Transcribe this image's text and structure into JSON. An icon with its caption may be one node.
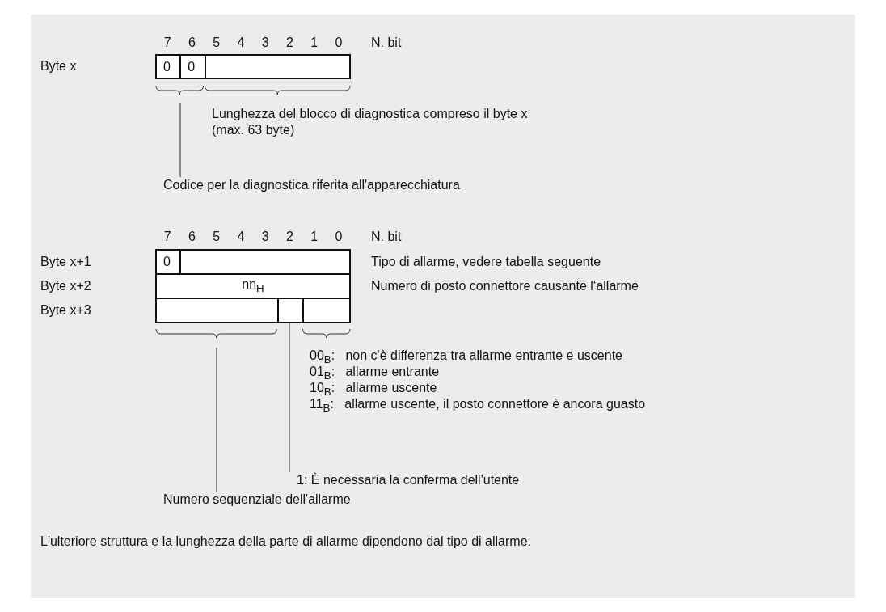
{
  "diagram": {
    "nodes": [
      {
        "text": [
          "0"
        ]
      },
      {
        "text": [
          "0"
        ]
      },
      {
        "text": [],
        "shape": "box"
      },
      {
        "text": [
          "Codice per la diagnostica riferita all'apparecchiatura"
        ]
      },
      {
        "text": [
          "0"
        ]
      },
      {
        "text": [],
        "shape": "box"
      },
      {
        "text": [
          "nn$_{H}$"
        ]
      },
      {
        "text": [],
        "shape": "box"
      },
      {
        "text": [],
        "shape": "box"
      },
      {
        "text": [],
        "shape": "box"
      },
      {
        "text": [
          "1: È necessaria la conferma dell'utente"
        ]
      },
      {
        "text": [
          "Numero sequenziale dell'allarme"
        ]
      }
    ],
    "edges": [
      {
        "from": 3,
        "to": null,
        "arrow": "none"
      },
      {
        "from": 10,
        "to": 8,
        "arrow": "none"
      },
      {
        "from": 11,
        "to": null,
        "arrow": "none"
      }
    ],
    "labels": [
      "7",
      "6",
      "5",
      "4",
      "3",
      "2",
      "1",
      "0",
      "N. bit",
      "Byte x",
      "Lunghezza del blocco di diagnostica compreso il byte x (max. 63 byte)",
      "7",
      "6",
      "5",
      "4",
      "3",
      "2",
      "1",
      "0",
      "N. bit",
      "Byte x+1",
      "Tipo di allarme, vedere tabella seguente",
      "Byte x+2",
      "Numero di posto connettore causante l‘allarme",
      "Byte x+3",
      "00$_{B}$:   non c'è differenza tra allarme entrante e uscente",
      "01$_{B}$:   allarme entrante",
      "10$_{B}$:   allarme uscente",
      "11$_{B}$:   allarme uscente, il posto connettore è ancora guasto",
      "L'ulteriore struttura e la lunghezza della parte di allarme dipendono dal tipo di allarme."
    ]
  }
}
